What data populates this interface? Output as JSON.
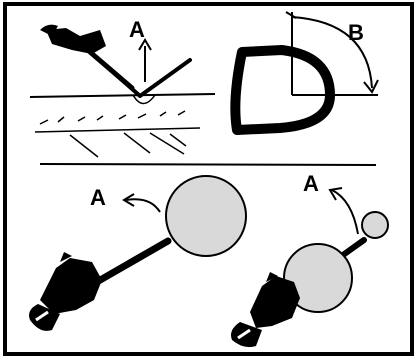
{
  "labels": {
    "top_up_arrow": "A",
    "top_angle": "B",
    "bottom_left_arrow": "A",
    "bottom_right_arrow": "A"
  },
  "colors": {
    "ink": "#000000",
    "log_fill": "#d9d9d9",
    "background": "#ffffff"
  }
}
